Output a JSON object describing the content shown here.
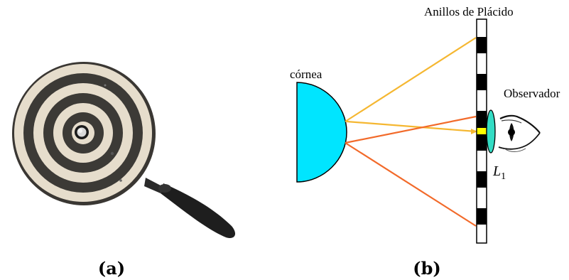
{
  "panel_a": {
    "caption": "(a)",
    "disk": {
      "light": "#e6ddcc",
      "dark": "#3c3a36",
      "rim": "#4a4640"
    },
    "handle_color": "#1e1e1e"
  },
  "panel_b": {
    "caption": "(b)",
    "labels": {
      "rings": "Anillos de Plácido",
      "cornea": "córnea",
      "observer": "Observador",
      "lens_main": "L",
      "lens_sub": "1"
    },
    "colors": {
      "cornea": "#00e5ff",
      "lens": "#33dcc4",
      "ray_upper": "#f5b731",
      "ray_lower": "#f26a2a",
      "highlight": "#ffff00",
      "stripe_dark": "#000000"
    },
    "icons": [
      "eye-icon"
    ]
  }
}
